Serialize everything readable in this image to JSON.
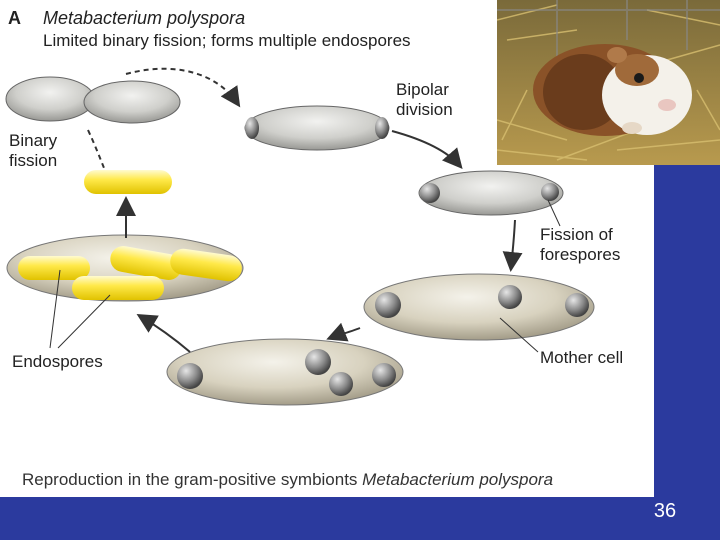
{
  "figure": {
    "panel_letter": "A",
    "species_title": "Metabacterium  polyspora",
    "subtitle": "Limited binary fission; forms multiple endospores",
    "labels": {
      "binary_fission": "Binary fission",
      "bipolar_division": "Bipolar division",
      "fission_of_forespores": "Fission of forespores",
      "endospores": "Endospores",
      "mother_cell": "Mother cell"
    },
    "caption_prefix": "Reproduction in the gram-positive symbionts ",
    "caption_species": "Metabacterium polyspora"
  },
  "slide": {
    "page_number": "36",
    "background_color": "#2b3a9e"
  },
  "photo": {
    "subject": "guinea-pig-on-hay"
  }
}
